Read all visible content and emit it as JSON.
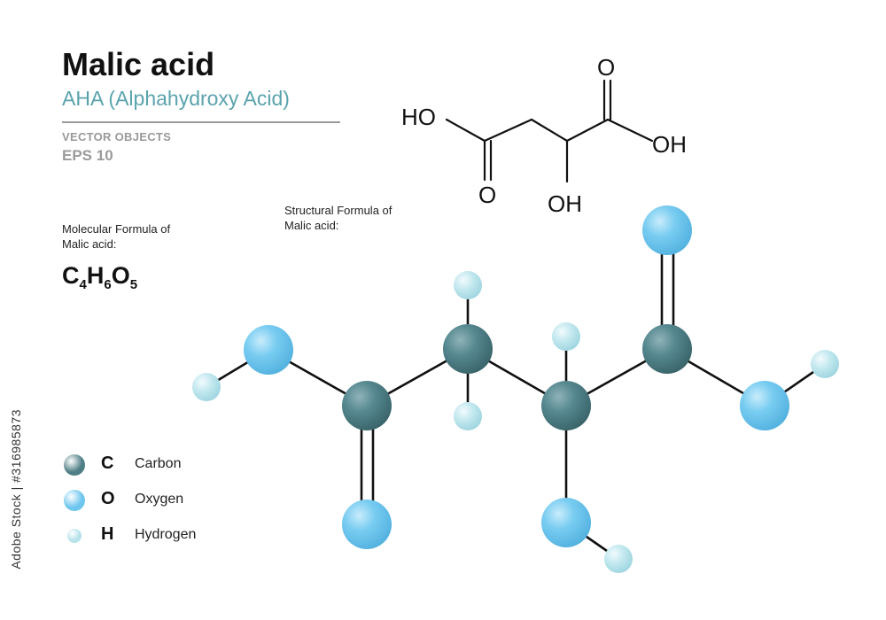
{
  "header": {
    "title": "Malic acid",
    "subtitle": "AHA  (Alphahydroxy Acid)",
    "vector_label": "VECTOR OBJECTS",
    "eps_label": "EPS 10"
  },
  "molecular": {
    "label": "Molecular Formula of Malic acid:",
    "formula": [
      {
        "symbol": "C",
        "count": "4"
      },
      {
        "symbol": "H",
        "count": "6"
      },
      {
        "symbol": "O",
        "count": "5"
      }
    ]
  },
  "structural": {
    "label": "Structural  Formula of Malic acid:",
    "atom_labels": {
      "ho_left": "HO",
      "o_left_bottom": "O",
      "o_top_right": "O",
      "oh_right": "OH",
      "oh_bottom": "OH"
    }
  },
  "legend": [
    {
      "symbol": "C",
      "name": "Carbon",
      "color": "#4f7f86"
    },
    {
      "symbol": "O",
      "name": "Oxygen",
      "color": "#6ec6ee"
    },
    {
      "symbol": "H",
      "name": "Hydrogen",
      "color": "#b5e2ea"
    }
  ],
  "colors": {
    "accent": "#5aa3ad",
    "carbon": "#4f7f86",
    "oxygen": "#6ec6ee",
    "hydrogen": "#b5e2ea",
    "bond": "#111111"
  },
  "watermark": "Adobe Stock | #316985873"
}
